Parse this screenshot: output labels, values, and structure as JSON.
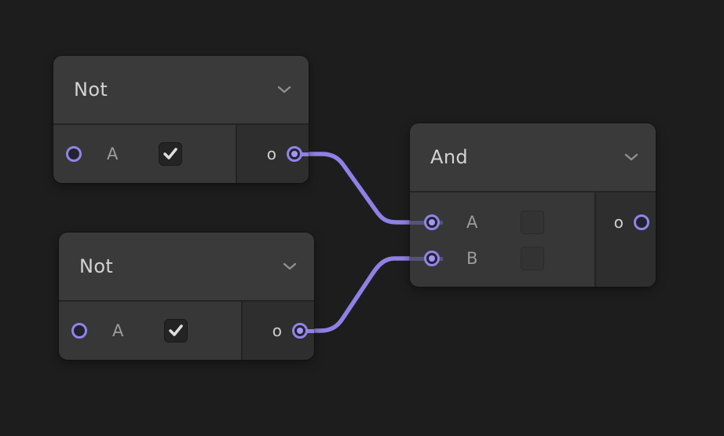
{
  "canvas": {
    "background": "#1d1d1d"
  },
  "colors": {
    "canvas_bg": "#1d1d1d",
    "header_bg": "#3a3a3a",
    "body_bg": "#373737",
    "outcol_bg": "#2e2e2e",
    "divider": "#232323",
    "title_fg": "#d3d3d3",
    "label_fg": "#9c9c9c",
    "olabel_fg": "#d0d0d0",
    "wire": "#8e81e6",
    "port_ring": "#9084e8",
    "port_dot": "#a496f0",
    "stub": "#585178"
  },
  "nodes": [
    {
      "title": "Not",
      "inputs": [
        {
          "label": "A",
          "checkbox": "checked",
          "connected": false
        }
      ],
      "outputs": [
        {
          "label": "o",
          "connected": true
        }
      ]
    },
    {
      "title": "Not",
      "inputs": [
        {
          "label": "A",
          "checkbox": "checked",
          "connected": false
        }
      ],
      "outputs": [
        {
          "label": "o",
          "connected": true
        }
      ]
    },
    {
      "title": "And",
      "inputs": [
        {
          "label": "A",
          "checkbox": "unchecked",
          "connected": true
        },
        {
          "label": "B",
          "checkbox": "unchecked",
          "connected": true
        }
      ],
      "outputs": [
        {
          "label": "o",
          "connected": false
        }
      ]
    }
  ]
}
